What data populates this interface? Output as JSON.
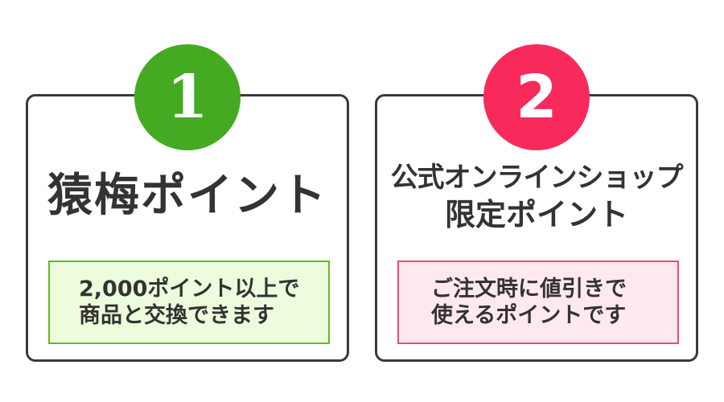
{
  "colors": {
    "card_border": "#3a3a3a",
    "badge_1": "#44aa22",
    "badge_2": "#f82a5c",
    "note_1_bg": "#ecfcdc",
    "note_1_border": "#66b822",
    "note_2_bg": "#ffe9ee",
    "note_2_border": "#ea4d6e",
    "text": "#333333"
  },
  "cards": [
    {
      "badge": "1",
      "title": "猿梅ポイント",
      "note": {
        "line1": "2,000ポイント以上で",
        "line2": "商品と交換できます"
      }
    },
    {
      "badge": "2",
      "title_line1": "公式オンラインショップ",
      "title_line2": "限定ポイント",
      "note": {
        "line1": "ご注文時に値引きで",
        "line2": "使えるポイントです"
      }
    }
  ]
}
